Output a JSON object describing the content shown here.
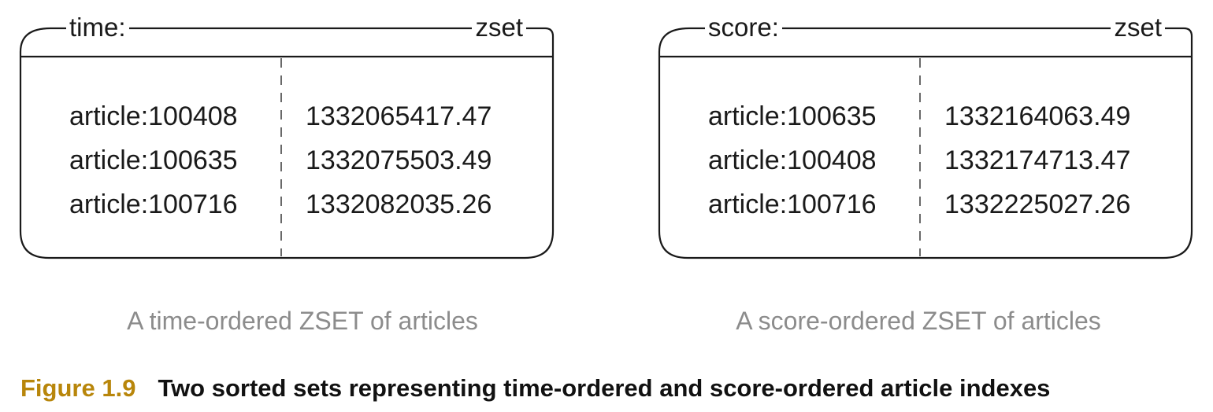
{
  "zsets": [
    {
      "key_label": "time:",
      "type_label": "zset",
      "rows": [
        {
          "member": "article:100408",
          "score": "1332065417.47"
        },
        {
          "member": "article:100635",
          "score": "1332075503.49"
        },
        {
          "member": "article:100716",
          "score": "1332082035.26"
        }
      ],
      "caption": "A time-ordered ZSET of articles"
    },
    {
      "key_label": "score:",
      "type_label": "zset",
      "rows": [
        {
          "member": "article:100635",
          "score": "1332164063.49"
        },
        {
          "member": "article:100408",
          "score": "1332174713.47"
        },
        {
          "member": "article:100716",
          "score": "1332225027.26"
        }
      ],
      "caption": "A score-ordered ZSET of articles"
    }
  ],
  "figure": {
    "number": "Figure 1.9",
    "text": "Two sorted sets representing time-ordered and score-ordered article indexes",
    "number_color": "#b8860b"
  },
  "colors": {
    "caption_gray": "#8c8c8c",
    "stroke": "#1a1a1a"
  }
}
